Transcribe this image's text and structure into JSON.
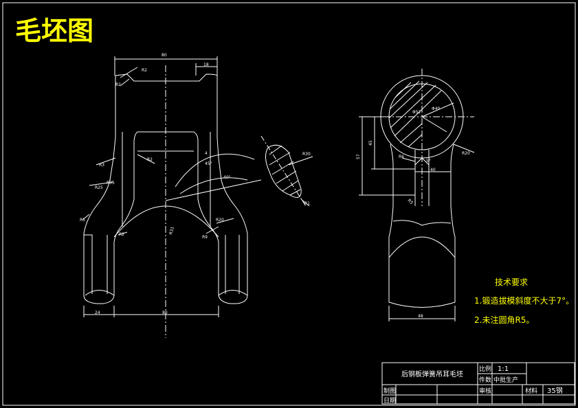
{
  "title": "毛坯图",
  "dims": {
    "top_width": "80",
    "top_right": "18",
    "bottom_width": "80",
    "bottom_left": "24",
    "r2_a": "R2",
    "r2_b": "R2",
    "r2_c": "R2",
    "r2_d": "R2",
    "r3": "R3",
    "r35": "R35",
    "r25": "R25",
    "r5": "R5",
    "r20": "R20",
    "r9": "R9",
    "w4": "4",
    "ang45": "45°",
    "ang40": "40°",
    "r30": "R30",
    "r1": "R1",
    "r_side": "R31",
    "h57": "57",
    "h45": "45",
    "dia52": "Φ52",
    "dia40": "Φ40",
    "r20b": "R20",
    "r6": "R6",
    "ang5": "5°",
    "w40": "40",
    "r5b": "R5",
    "w48": "48"
  },
  "notes": {
    "heading": "技术要求",
    "line1": "1.锻造拔模斜度不大于7°。",
    "line2": "2.未注圆角R5。"
  },
  "title_block": {
    "part_name": "后钢板弹簧吊耳毛坯",
    "scale_label": "比例",
    "scale_value": "1:1",
    "qty_label": "件数",
    "qty_value": "中批生产",
    "drawn_label": "制图",
    "check_label": "审核",
    "date_label": "日期",
    "material_label": "材料",
    "material_value": "35钢"
  },
  "colors": {
    "background": "#000000",
    "lines": "#ffffff",
    "accent": "#ffff00"
  }
}
